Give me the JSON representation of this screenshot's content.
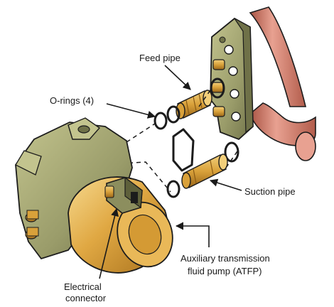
{
  "labels": {
    "feed_pipe": "Feed pipe",
    "o_rings": "O-rings (4)",
    "suction_pipe": "Suction pipe",
    "pump_line1": "Auxiliary transmission",
    "pump_line2": "fluid pump (ATFP)",
    "connector_line1": "Electrical",
    "connector_line2": "connector"
  },
  "colors": {
    "housing": "#9a9c6a",
    "housing_dark": "#6f7148",
    "housing_light": "#c3c48e",
    "brass": "#d9a13a",
    "brass_light": "#f2cf7a",
    "brass_dark": "#a8711c",
    "pipe_red": "#c9705f",
    "pipe_red_light": "#e8a191",
    "outline": "#1c1c1c"
  }
}
